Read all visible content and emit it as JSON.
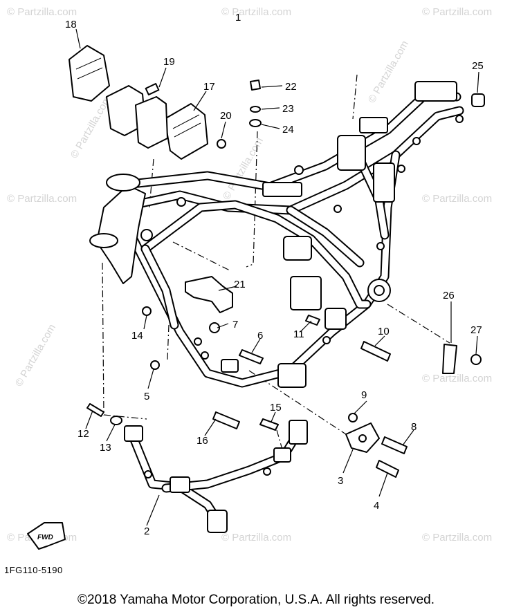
{
  "watermark": {
    "text": "© Partzilla.com",
    "color": "#d4d4d4"
  },
  "diagram_code": "1FG110-5190",
  "fwd_label": "FWD",
  "callouts": [
    "1",
    "2",
    "3",
    "4",
    "5",
    "6",
    "7",
    "8",
    "9",
    "10",
    "11",
    "12",
    "13",
    "14",
    "15",
    "16",
    "17",
    "18",
    "19",
    "20",
    "21",
    "22",
    "23",
    "24",
    "25",
    "26",
    "27"
  ],
  "copyright": "©2018 Yamaha Motor Corporation, U.S.A. All rights reserved."
}
